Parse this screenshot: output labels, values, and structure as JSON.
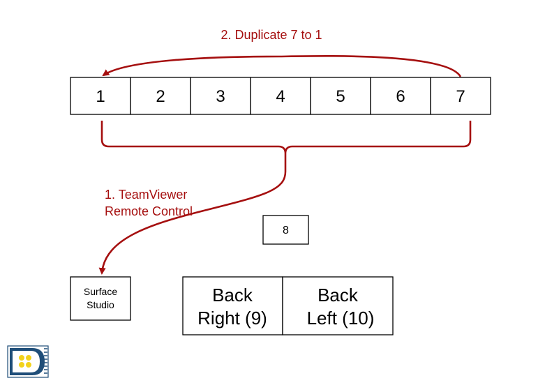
{
  "colors": {
    "annotation": "#a50f0f",
    "box_border": "#000000",
    "logo_blue": "#1f4e79",
    "logo_yellow": "#f2d21b"
  },
  "top_row": {
    "cells": [
      "1",
      "2",
      "3",
      "4",
      "5",
      "6",
      "7"
    ]
  },
  "annotations": {
    "duplicate": "2. Duplicate 7 to 1",
    "teamviewer_line1": "1. TeamViewer",
    "teamviewer_line2": "Remote Control"
  },
  "center_box": {
    "label": "8"
  },
  "surface_box": {
    "line1": "Surface",
    "line2": "Studio"
  },
  "back_boxes": {
    "right_line1": "Back",
    "right_line2": "Right (9)",
    "left_line1": "Back",
    "left_line2": "Left (10)"
  },
  "logo": {
    "icon": "company-logo-icon"
  }
}
